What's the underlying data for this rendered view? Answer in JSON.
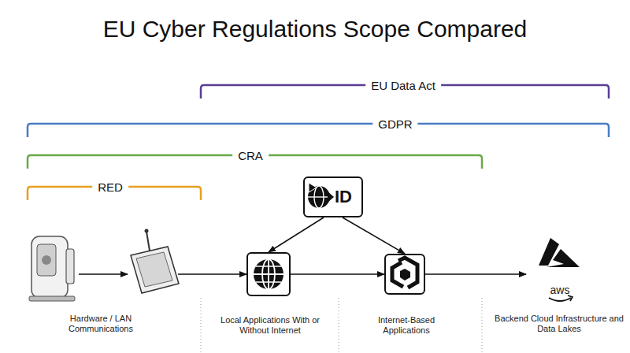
{
  "diagram": {
    "title": "EU Cyber Regulations Scope Compared",
    "nodes": [
      {
        "text": [
          "Hardware / LAN Communications"
        ]
      },
      {
        "text": [
          "Local Applications With or Without Internet"
        ]
      },
      {
        "text": [
          "ID"
        ]
      },
      {
        "text": [
          "Internet-Based Applications"
        ]
      },
      {
        "text": [
          "Backend Cloud Infrastructure and Data Lakes"
        ]
      }
    ],
    "edges": [
      {
        "from": 0,
        "to": 1,
        "arrow": "to"
      },
      {
        "from": 2,
        "to": 1,
        "arrow": "to"
      },
      {
        "from": 2,
        "to": 3,
        "arrow": "to"
      },
      {
        "from": 1,
        "to": 3,
        "arrow": "to"
      },
      {
        "from": 3,
        "to": 4,
        "arrow": "to"
      }
    ],
    "labels": [
      "EU Data Act",
      "GDPR",
      "CRA",
      "RED",
      "aws"
    ]
  }
}
